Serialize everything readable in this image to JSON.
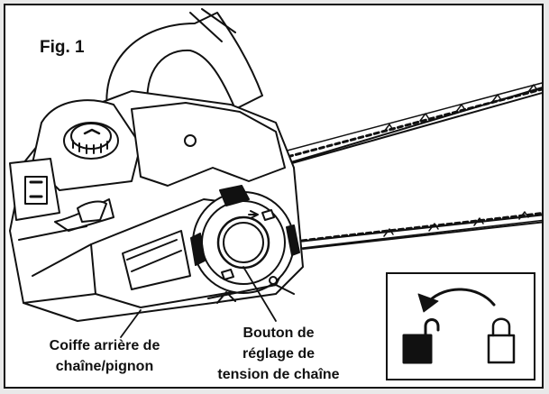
{
  "figure": {
    "label": "Fig. 1"
  },
  "callouts": {
    "cover_line1": "Coiffe arrière de",
    "cover_line2": "chaîne/pignon",
    "knob_line1": "Bouton de",
    "knob_line2": "réglage de",
    "knob_line3": "tension de chaîne"
  },
  "legend": {
    "unlock_icon": "padlock-open-icon",
    "lock_icon": "padlock-closed-icon",
    "arrow_icon": "rotate-counterclockwise-arrow-icon"
  },
  "colors": {
    "ink": "#111111",
    "paper": "#ffffff"
  }
}
